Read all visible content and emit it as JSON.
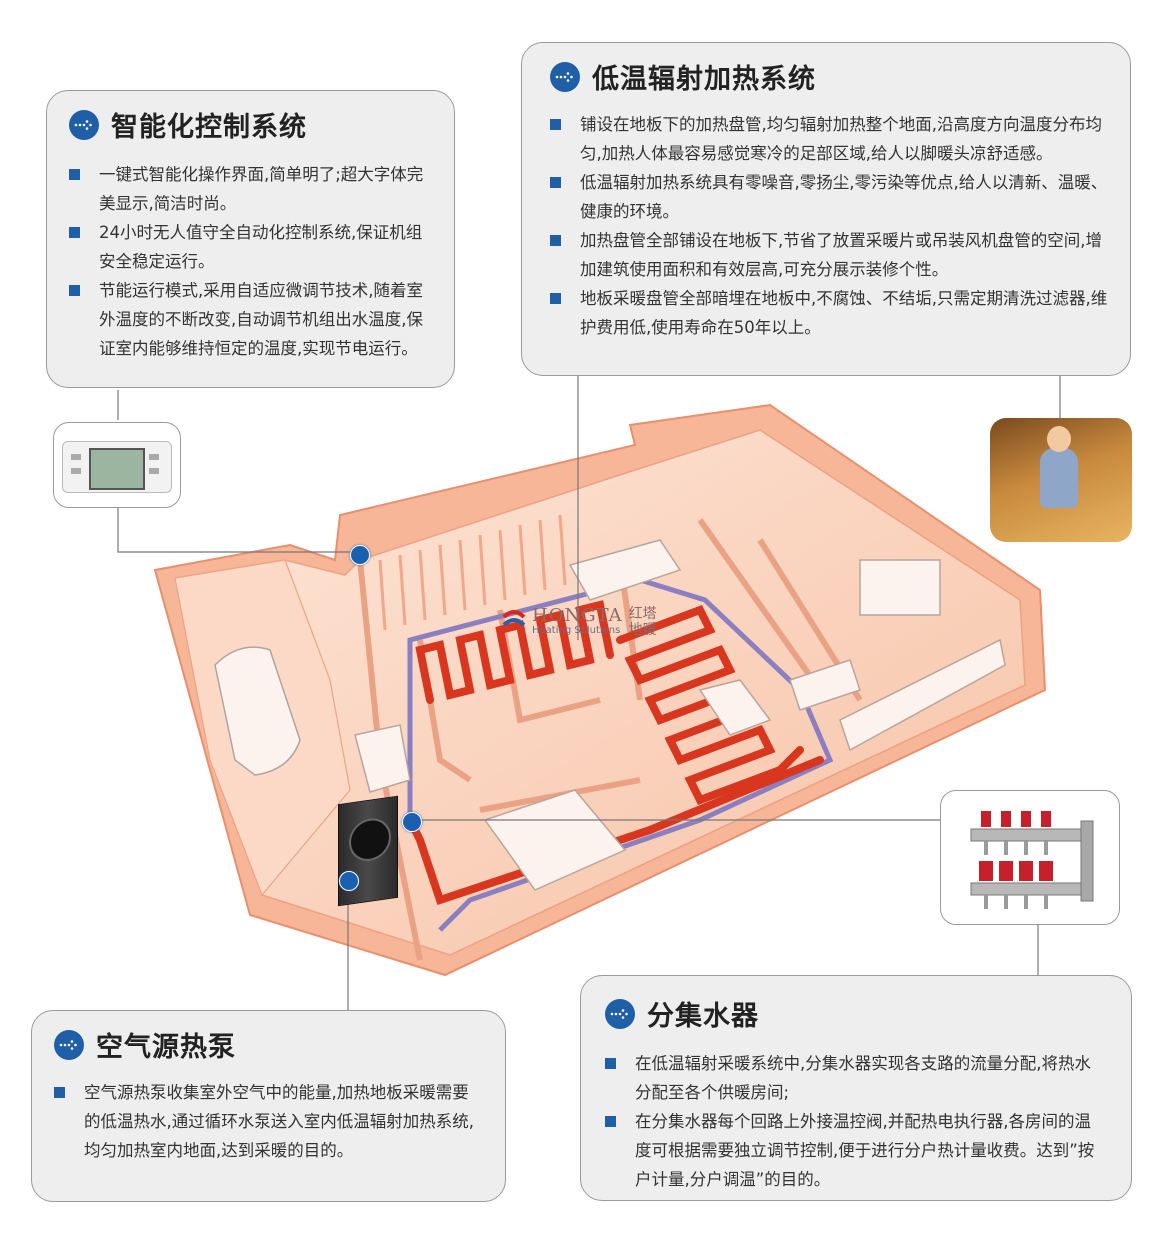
{
  "panels": {
    "smart_control": {
      "title": "智能化控制系统",
      "items": [
        "一键式智能化操作界面,简单明了;超大字体完美显示,简洁时尚。",
        "24小时无人值守全自动化控制系统,保证机组安全稳定运行。",
        "节能运行模式,采用自适应微调节技术,随着室外温度的不断改变,自动调节机组出水温度,保证室内能够维持恒定的温度,实现节电运行。"
      ]
    },
    "radiant_heating": {
      "title": "低温辐射加热系统",
      "items": [
        "铺设在地板下的加热盘管,均匀辐射加热整个地面,沿高度方向温度分布均匀,加热人体最容易感觉寒冷的足部区域,给人以脚暖头凉舒适感。",
        "低温辐射加热系统具有零噪音,零扬尘,零污染等优点,给人以清新、温暖、健康的环境。",
        "加热盘管全部铺设在地板下,节省了放置采暖片或吊装风机盘管的空间,增加建筑使用面积和有效层高,可充分展示装修个性。",
        "地板采暖盘管全部暗埋在地板中,不腐蚀、不结垢,只需定期清洗过滤器,维护费用低,使用寿命在50年以上。"
      ]
    },
    "heat_pump": {
      "title": "空气源热泵",
      "items": [
        "空气源热泵收集室外空气中的能量,加热地板采暖需要的低温热水,通过循环水泵送入室内低温辐射加热系统,均匀加热室内地面,达到采暖的目的。"
      ]
    },
    "manifold": {
      "title": "分集水器",
      "items": [
        "在低温辐射采暖系统中,分集水器实现各支路的流量分配,将热水分配至各个供暖房间;",
        "在分集水器每个回路上外接温控阀,并配热电执行器,各房间的温度可根据需要独立调节控制,便于进行分户热计量收费。达到”按户计量,分户调温”的目的。"
      ]
    }
  },
  "brand": {
    "name": "HONGTA",
    "tagline": "Heating Solutions",
    "cn": "红塔地暖"
  },
  "colors": {
    "accent": "#1f5fa8",
    "panel_bg": "#eeeeee",
    "house_fill": "#f9c7ad",
    "pipe": "#d9361f",
    "return_pipe": "#8a7fc0"
  }
}
